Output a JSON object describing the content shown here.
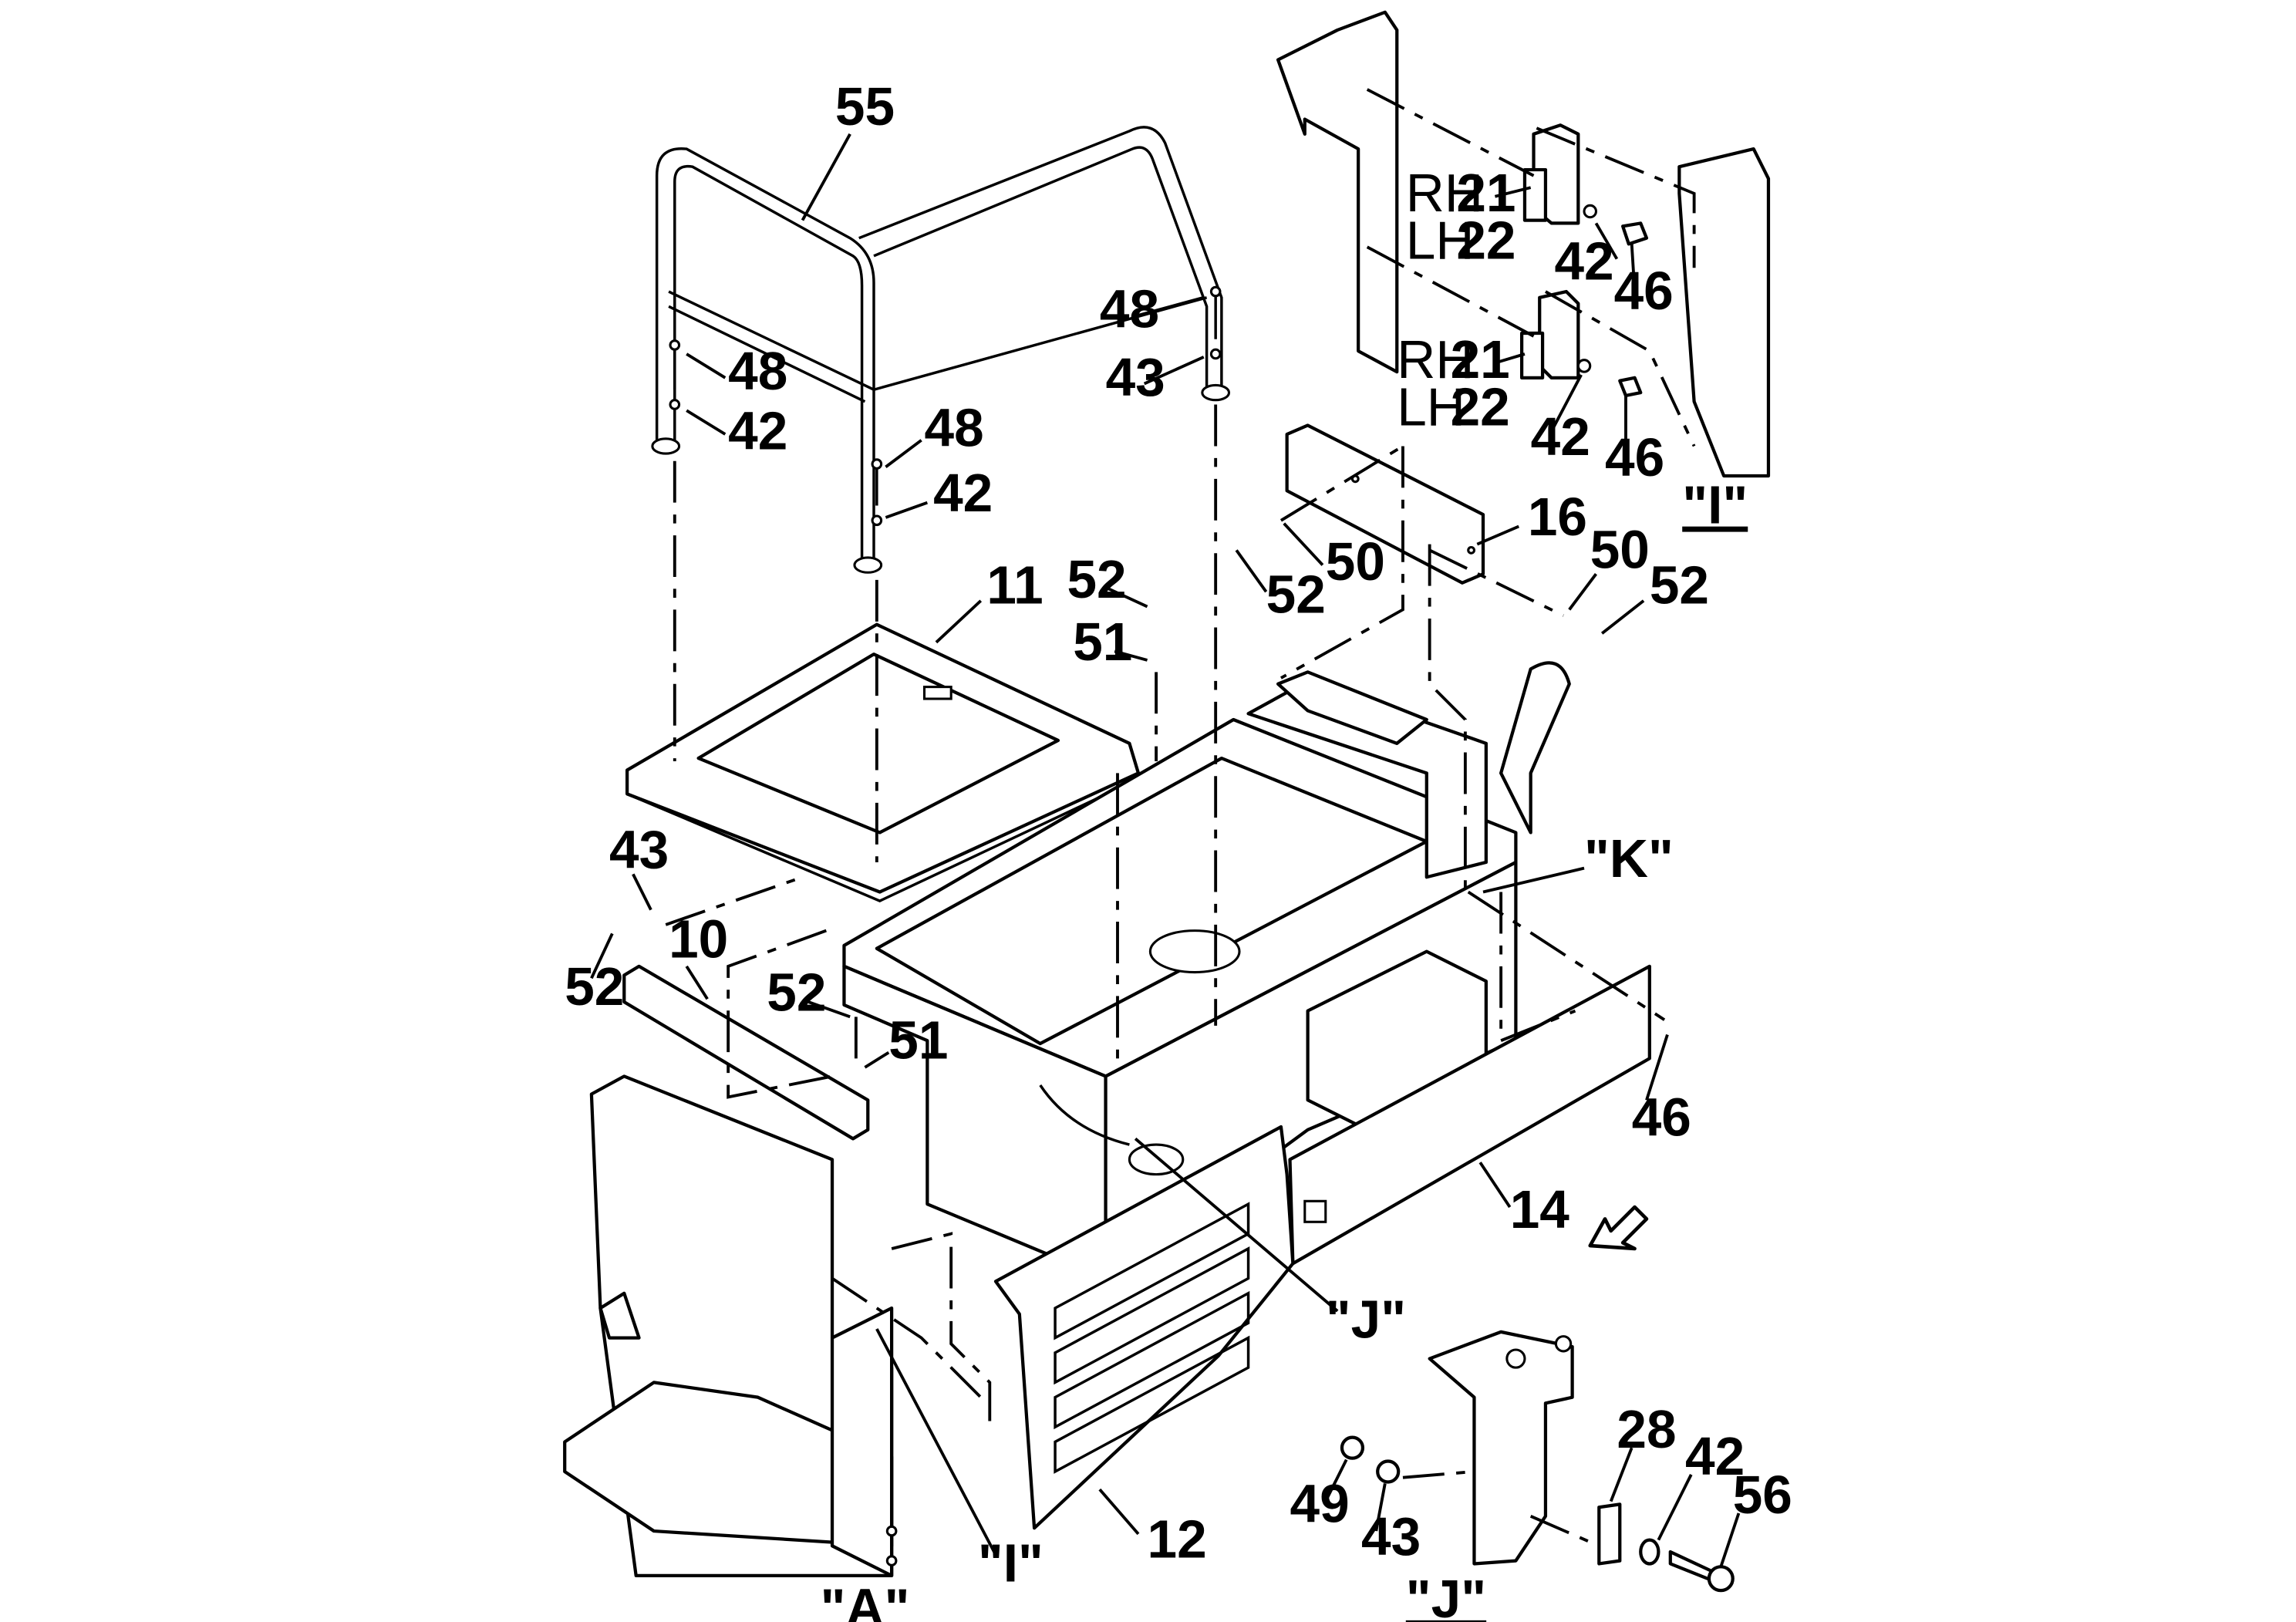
{
  "diagram": {
    "labels": {
      "l55": "55",
      "l48a": "48",
      "l42a": "42",
      "l48b": "48",
      "l42b": "42",
      "l48c": "48",
      "l43c": "43",
      "l11": "11",
      "l52a": "52",
      "l51a": "51",
      "l16": "16",
      "l50a": "50",
      "l52b": "52",
      "l50b": "50",
      "l52c": "52",
      "l43d": "43",
      "l52d": "52",
      "l10": "10",
      "l52e": "52",
      "l51e": "51",
      "l46a": "46",
      "l14": "14",
      "l12": "12",
      "l49": "49",
      "l43e": "43",
      "l28": "28",
      "l42e": "42",
      "l56": "56",
      "l21a": "21",
      "l22a": "22",
      "l42f": "42",
      "l46f": "46",
      "l21b": "21",
      "l22b": "22",
      "l42g": "42",
      "l46g": "46"
    },
    "side_labels": {
      "rh1": "RH",
      "lh1": "LH",
      "rh2": "RH",
      "lh2": "LH"
    },
    "references": {
      "k": "\"K\"",
      "j": "\"J\"",
      "i": "\"I\""
    },
    "views": {
      "a": "\"A\"",
      "i": "\"I\"",
      "j": "\"J\""
    }
  }
}
